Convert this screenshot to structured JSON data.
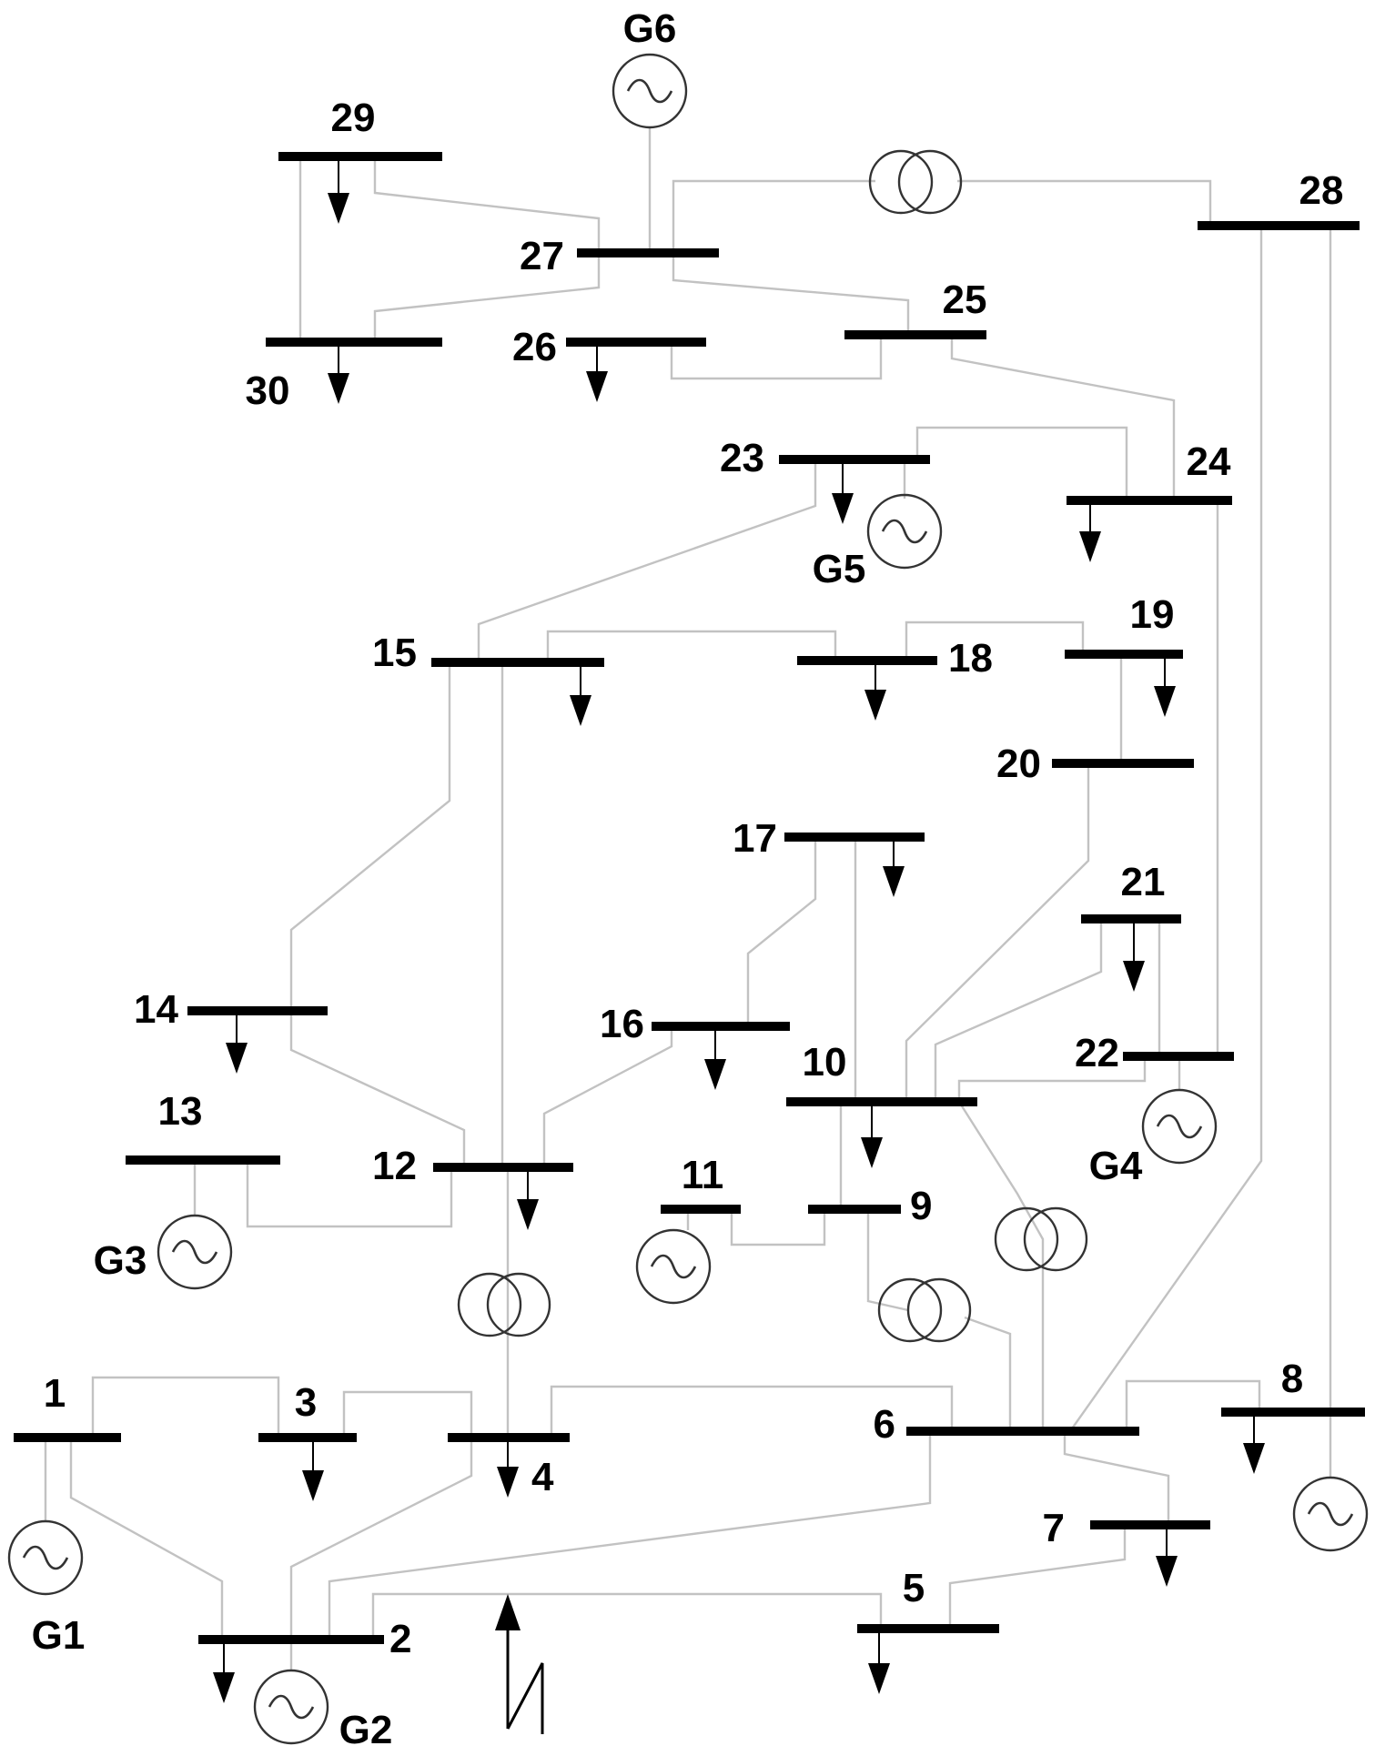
{
  "buses": [
    {
      "id": "1",
      "label": "1"
    },
    {
      "id": "2",
      "label": "2"
    },
    {
      "id": "3",
      "label": "3"
    },
    {
      "id": "4",
      "label": "4"
    },
    {
      "id": "5",
      "label": "5"
    },
    {
      "id": "6",
      "label": "6"
    },
    {
      "id": "7",
      "label": "7"
    },
    {
      "id": "8",
      "label": "8"
    },
    {
      "id": "9",
      "label": "9"
    },
    {
      "id": "10",
      "label": "10"
    },
    {
      "id": "11",
      "label": "11"
    },
    {
      "id": "12",
      "label": "12"
    },
    {
      "id": "13",
      "label": "13"
    },
    {
      "id": "14",
      "label": "14"
    },
    {
      "id": "15",
      "label": "15"
    },
    {
      "id": "16",
      "label": "16"
    },
    {
      "id": "17",
      "label": "17"
    },
    {
      "id": "18",
      "label": "18"
    },
    {
      "id": "19",
      "label": "19"
    },
    {
      "id": "20",
      "label": "20"
    },
    {
      "id": "21",
      "label": "21"
    },
    {
      "id": "22",
      "label": "22"
    },
    {
      "id": "23",
      "label": "23"
    },
    {
      "id": "24",
      "label": "24"
    },
    {
      "id": "25",
      "label": "25"
    },
    {
      "id": "26",
      "label": "26"
    },
    {
      "id": "27",
      "label": "27"
    },
    {
      "id": "28",
      "label": "28"
    },
    {
      "id": "29",
      "label": "29"
    },
    {
      "id": "30",
      "label": "30"
    }
  ],
  "generators": [
    {
      "id": "G1",
      "label": "G1",
      "bus": "1"
    },
    {
      "id": "G2",
      "label": "G2",
      "bus": "2"
    },
    {
      "id": "G3",
      "label": "G3",
      "bus": "13"
    },
    {
      "id": "G4",
      "label": "G4",
      "bus": "22"
    },
    {
      "id": "G5",
      "label": "G5",
      "bus": "23"
    },
    {
      "id": "G6",
      "label": "G6",
      "bus": "27"
    },
    {
      "id": "G8",
      "label": "",
      "bus": "8"
    },
    {
      "id": "G11",
      "label": "",
      "bus": "11"
    }
  ],
  "transformers": [
    {
      "from": "4",
      "to": "12"
    },
    {
      "from": "6",
      "to": "9"
    },
    {
      "from": "6",
      "to": "10"
    },
    {
      "from": "27",
      "to": "28"
    }
  ],
  "loads": [
    "2",
    "3",
    "4",
    "5",
    "7",
    "8",
    "10",
    "12",
    "14",
    "15",
    "16",
    "17",
    "18",
    "19",
    "21",
    "23",
    "24",
    "26",
    "29",
    "30"
  ],
  "fault": {
    "bus": "2",
    "symbol": "lightning-arrow"
  },
  "colors": {
    "bus": "#000000",
    "line": "#c2c2c2",
    "equipment": "#333333"
  }
}
